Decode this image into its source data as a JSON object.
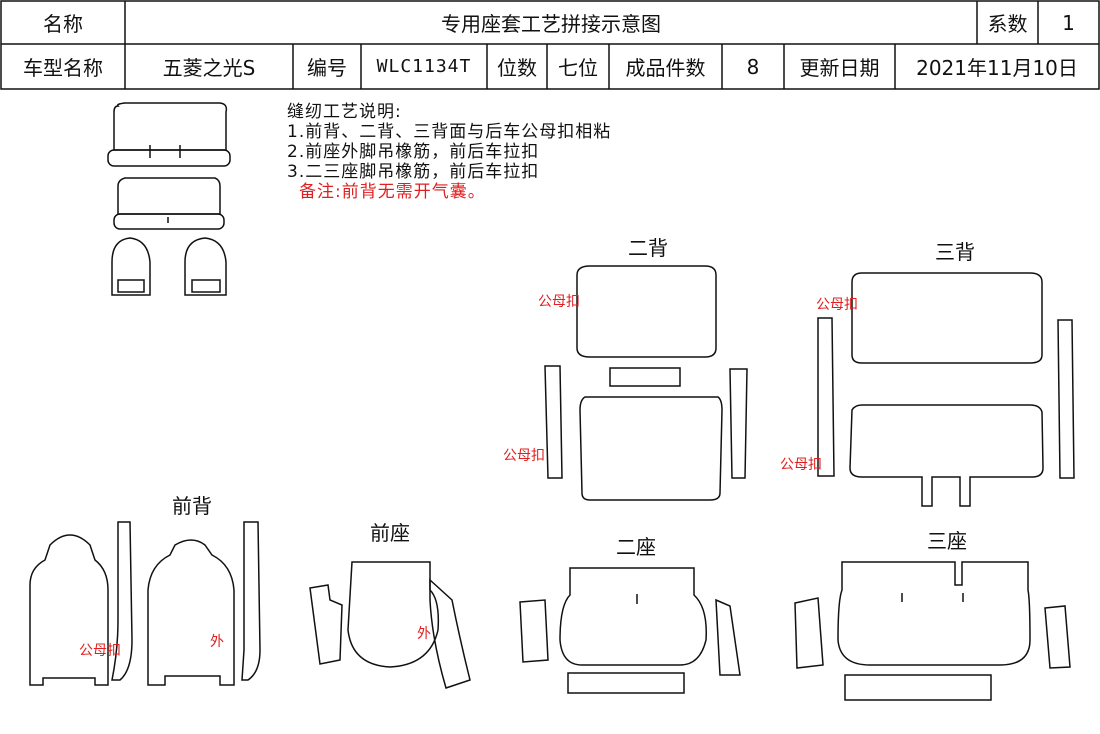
{
  "header": {
    "name_label": "名称",
    "title": "专用座套工艺拼接示意图",
    "coef_label": "系数",
    "coef_value": "1",
    "model_label": "车型名称",
    "model_value": "五菱之光S",
    "code_label": "编号",
    "code_value": "WLC1134T",
    "seats_label": "位数",
    "seats_value": "七位",
    "pieces_label": "成品件数",
    "pieces_value": "8",
    "update_label": "更新日期",
    "update_value": "2021年11月10日"
  },
  "notes": {
    "heading": "缝纫工艺说明:",
    "line1": "1.前背、二背、三背面与后车公母扣相粘",
    "line2": "2.前座外脚吊橡筋，前后车拉扣",
    "line3": "3.二三座脚吊橡筋，前后车拉扣",
    "remark": "备注:前背无需开气囊。"
  },
  "sections": {
    "front_back": "前背",
    "front_seat": "前座",
    "second_back": "二背",
    "third_back": "三背",
    "second_seat": "二座",
    "third_seat": "三座"
  },
  "annotations": {
    "snap_a": "公母扣",
    "snap_b": "公母扣",
    "snap_c": "公母扣",
    "snap_d": "公母扣",
    "snap_e": "公母扣",
    "outer_a": "外",
    "outer_b": "外"
  }
}
